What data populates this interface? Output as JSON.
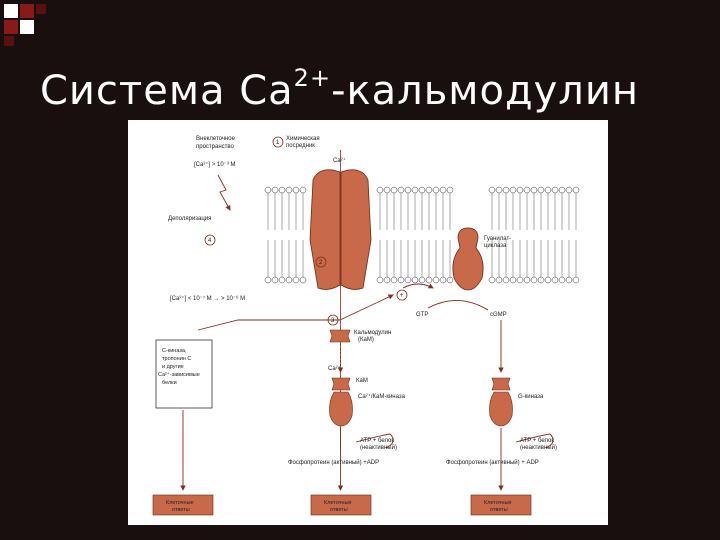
{
  "slide": {
    "title_main": "Система Ca",
    "title_sup": "2+",
    "title_rest": "-кальмодулин"
  },
  "diagram": {
    "extracellular_label_line1": "Внеклеточное",
    "extracellular_label_line2": "пространство",
    "ca_out_conc": "[Ca²⁺] > 10⁻³ M",
    "depolarization": "Деполяризация",
    "chem_messenger_line1": "Химическая",
    "chem_messenger_line2": "посредник",
    "ca_ion": "Ca²⁺",
    "num1": "1",
    "num2": "2",
    "num3": "3",
    "num4": "4",
    "guanylate_line1": "Гуанилат-",
    "guanylate_line2": "циклаза",
    "ca_in_conc": "[Ca²⁺] < 10⁻⁷ M → > 10⁻⁶ M",
    "plus": "+",
    "gtp": "GTP",
    "cgmp": "cGMP",
    "calmodulin_line1": "Кальмодулин",
    "calmodulin_line2": "(КаМ)",
    "ca_small": "Ca²⁺",
    "kam": "КаМ",
    "ca_kam_kinase": "Ca²⁺/КаМ-киназа",
    "g_kinase": "G-киназа",
    "c_kinase_line1": "C-киназа,",
    "c_kinase_line2": "тропонин C",
    "c_kinase_line3": "и другие",
    "c_kinase_line4": "Ca²⁺-зависимые",
    "c_kinase_line5": "белки",
    "atp_mid_line1": "ATP + белок",
    "atp_mid_line2": "(неактивный)",
    "atp_right_line1": "ATP + белок",
    "atp_right_line2": "(неактивный)",
    "phospho_mid": "Фосфопротеин (активный) +ADP",
    "phospho_right": "Фосфопротеин (активный) + ADP",
    "resp_line1": "Клеточные",
    "resp_line2": "ответы"
  },
  "colors": {
    "background": "#1a0f0f",
    "protein": "#c8694a",
    "protein_dark": "#8a3a22",
    "arrow": "#8a2a1a",
    "box": "#c8694a"
  }
}
